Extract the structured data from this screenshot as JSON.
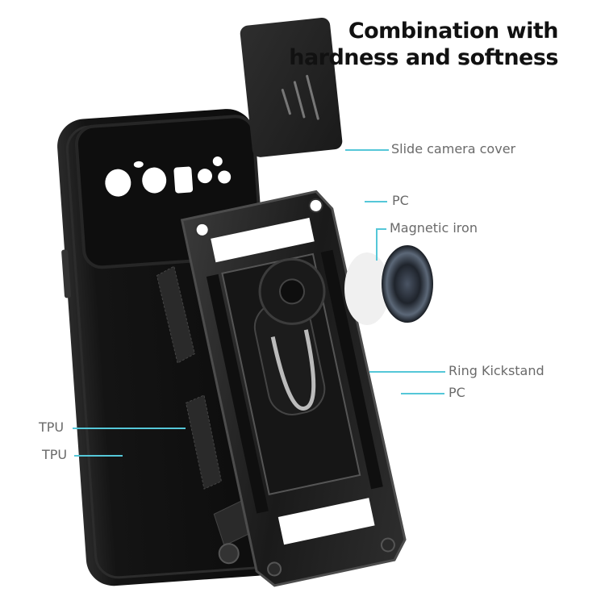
{
  "headline": {
    "line1": "Combination with",
    "line2": "hardness and softness"
  },
  "labels": {
    "slide_camera_cover": "Slide camera cover",
    "pc_top": "PC",
    "magnetic_iron": "Magnetic iron",
    "ring_kickstand": "Ring Kickstand",
    "pc_bottom": "PC",
    "tpu_upper": "TPU",
    "tpu_lower": "TPU"
  },
  "colors": {
    "background": "#ffffff",
    "headline": "#111111",
    "label_text": "#6a6a6a",
    "leader_line": "#55c7d8",
    "case_black": "#141414",
    "frame_dark": "#1e1e1e",
    "frame_highlight": "#5a5a5a",
    "magnet_plate": "#f0f0f0",
    "magnet_iron": "#2a2f38"
  },
  "parts": [
    {
      "id": "slide-camera-cover",
      "material": "Slide camera cover"
    },
    {
      "id": "pc-frame",
      "material": "PC"
    },
    {
      "id": "magnetic-iron",
      "material": "Magnetic iron"
    },
    {
      "id": "ring-kickstand",
      "material": "Ring Kickstand"
    },
    {
      "id": "tpu-case",
      "material": "TPU"
    }
  ]
}
